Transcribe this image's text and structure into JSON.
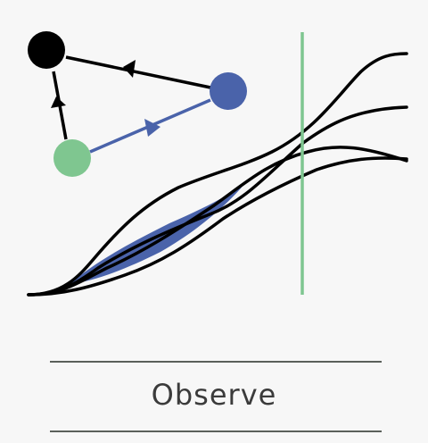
{
  "caption": {
    "label": "Observe"
  },
  "colors": {
    "ink": "#000000",
    "accent_blue": "#4a63aa",
    "accent_green": "#7fc690",
    "background": "#f7f7f7",
    "rule": "#5b605b",
    "caption_text": "#3b3b3b"
  },
  "nodes": [
    {
      "id": "black",
      "color": "#000000"
    },
    {
      "id": "blue",
      "color": "#4a63aa"
    },
    {
      "id": "green",
      "color": "#7fc690"
    }
  ],
  "edges": [
    {
      "from": "blue",
      "to": "black",
      "color": "#000000"
    },
    {
      "from": "green",
      "to": "black",
      "color": "#000000"
    },
    {
      "from": "green",
      "to": "blue",
      "color": "#4a63aa"
    }
  ]
}
